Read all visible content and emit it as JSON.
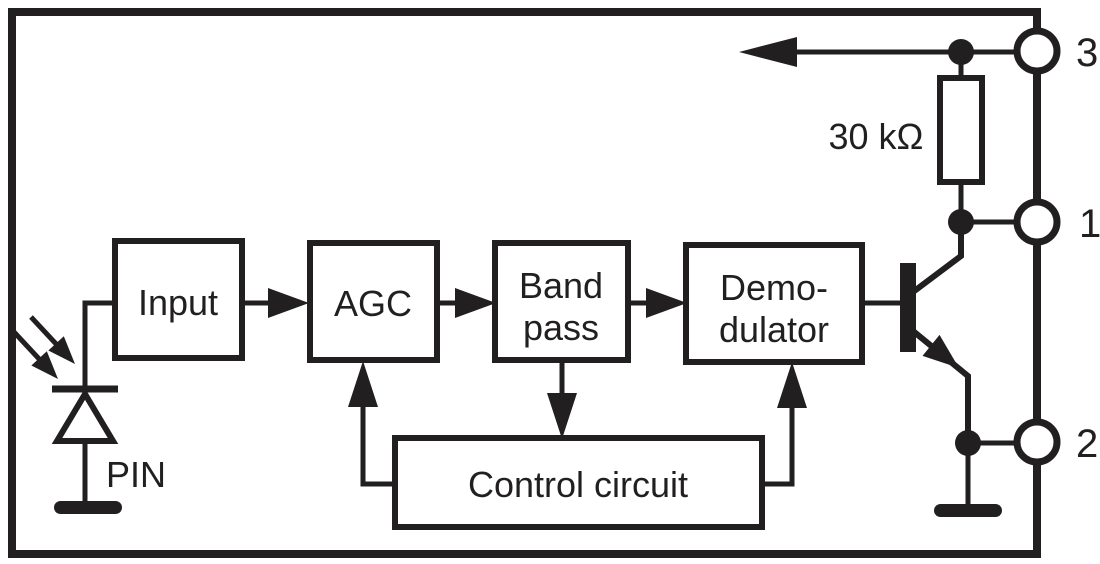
{
  "colors": {
    "ink": "#221f20",
    "background": "#ffffff"
  },
  "blocks": {
    "input": {
      "label": "Input"
    },
    "agc": {
      "label": "AGC"
    },
    "bandpass": {
      "line1": "Band",
      "line2": "pass"
    },
    "demodulator": {
      "line1": "Demo-",
      "line2": "dulator"
    },
    "control": {
      "label": "Control circuit"
    }
  },
  "components": {
    "photodiode": {
      "label": "PIN"
    },
    "resistor": {
      "label": "30 kΩ"
    }
  },
  "pins": {
    "pin3": {
      "label": "3"
    },
    "pin1": {
      "label": "1"
    },
    "pin2": {
      "label": "2"
    }
  },
  "symbols": [
    "module-boundary",
    "incoming-light-arrows",
    "pin-photodiode",
    "ground-symbol-left",
    "signal-flow-arrows",
    "feedback-arrows",
    "output-arrow",
    "pullup-resistor",
    "npn-transistor",
    "ground-symbol-right",
    "pin-terminals"
  ]
}
